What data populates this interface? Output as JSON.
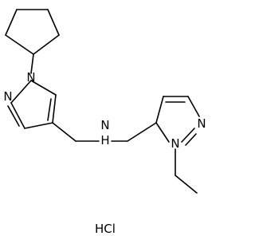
{
  "molecule": {
    "atoms": {
      "n_pyr1_sub": "N",
      "n_pyr1_ring": "N",
      "n_amine": "N",
      "h_amine": "H",
      "n_pyr2_ring": "N",
      "n_pyr2_sub": "N"
    },
    "salt": "HCl"
  },
  "colors": {
    "bond": "#000000",
    "text": "#000000",
    "background": "#ffffff"
  }
}
